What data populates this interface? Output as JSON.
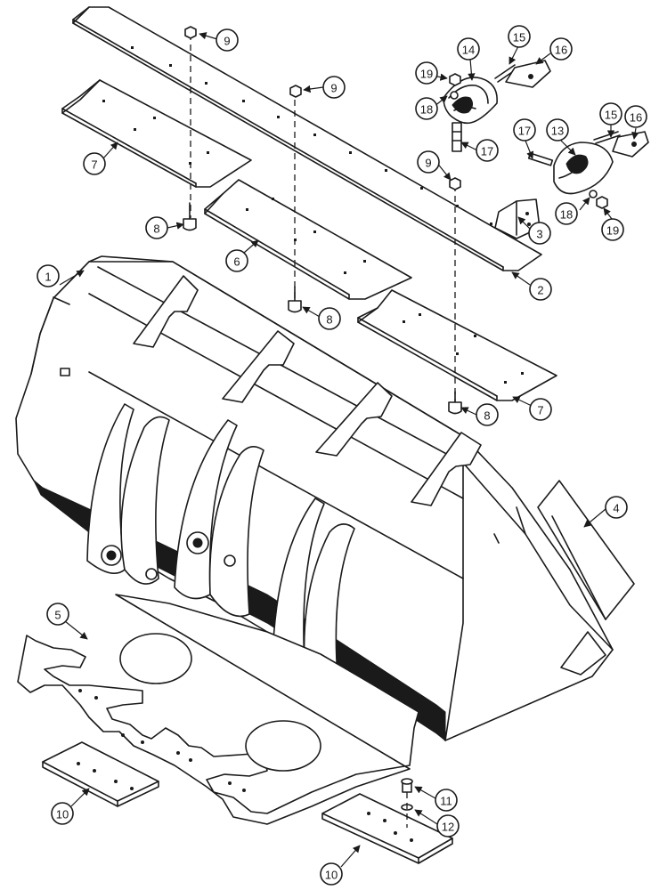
{
  "callouts": [
    "1",
    "2",
    "3",
    "4",
    "5",
    "6",
    "7",
    "7",
    "8",
    "8",
    "8",
    "9",
    "9",
    "9",
    "10",
    "10",
    "11",
    "12",
    "13",
    "14",
    "15",
    "15",
    "16",
    "16",
    "17",
    "17",
    "18",
    "18",
    "19",
    "19"
  ]
}
